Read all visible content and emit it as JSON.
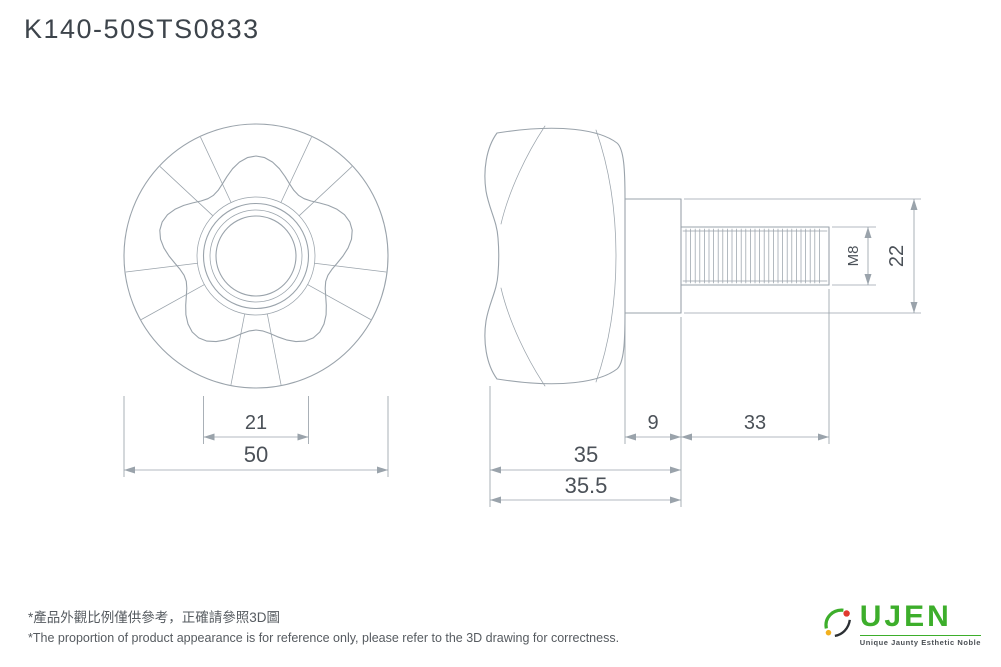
{
  "title": "K140-50STS0833",
  "colors": {
    "line": "#9aa3ab",
    "dim_text": "#4b5158",
    "title": "#3d444b",
    "footnote": "#565b60",
    "logo_green": "#3dae2b"
  },
  "dimensions": {
    "front_boss_dia": "21",
    "front_outer_dia": "50",
    "neck_len": "9",
    "thread_len": "33",
    "head_len": "35",
    "overall_len": "35.5",
    "thread_spec": "M8",
    "neck_dia": "22"
  },
  "footnotes": {
    "zh": "*產品外觀比例僅供參考，正確請參照3D圖",
    "en": "*The proportion of product appearance is for reference only, please refer to the 3D drawing for correctness."
  },
  "logo": {
    "name": "UJEN",
    "tagline": "Unique Jaunty Esthetic Noble"
  }
}
